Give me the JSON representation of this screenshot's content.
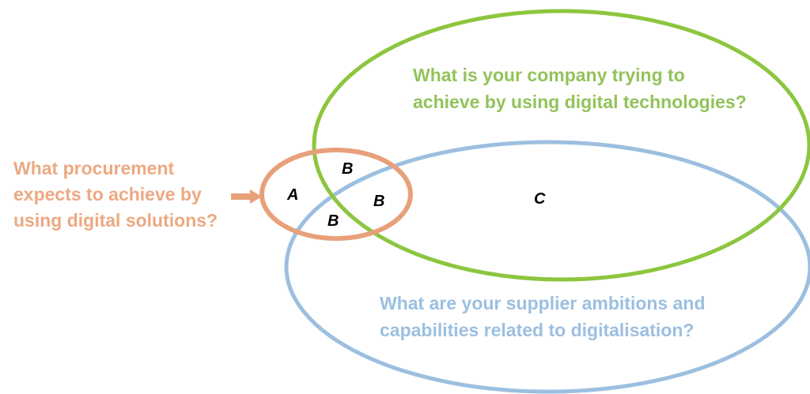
{
  "diagram": {
    "questions": {
      "company": [
        "What is your company trying to",
        "achieve by using digital technologies?"
      ],
      "supplier": [
        "What are your supplier ambitions and",
        "capabilities related to digitalisation?"
      ],
      "procurement": [
        "What procurement",
        "expects to achieve by",
        "using digital solutions?"
      ]
    },
    "regions": {
      "a": "A",
      "b_top": "B",
      "b_right": "B",
      "b_bottom": "B",
      "c": "C"
    },
    "colors": {
      "company": "#8cc63f",
      "supplier": "#9cbfe0",
      "procurement": "#e8a07a"
    }
  }
}
